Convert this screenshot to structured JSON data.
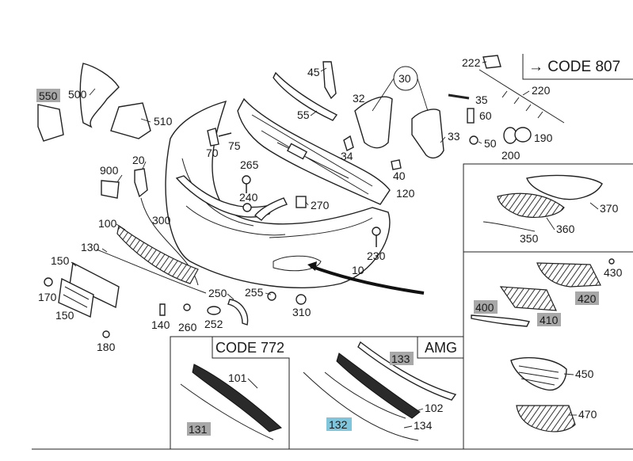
{
  "panels": {
    "code807": "→ CODE 807",
    "code772": "CODE 772",
    "amg": "AMG"
  },
  "labels": {
    "p550": "550",
    "p500": "500",
    "p510": "510",
    "p45": "45",
    "p55": "55",
    "p30": "30",
    "p32": "32",
    "p222": "222",
    "p220": "220",
    "p35": "35",
    "p60": "60",
    "p70": "70",
    "p75": "75",
    "p34": "34",
    "p33": "33",
    "p50": "50",
    "p190": "190",
    "p200": "200",
    "p40": "40",
    "p120": "120",
    "p20": "20",
    "p900": "900",
    "p265": "265",
    "p240": "240",
    "p270": "270",
    "p100": "100",
    "p300": "300",
    "p130": "130",
    "p150a": "150",
    "p170": "170",
    "p150b": "150",
    "p180": "180",
    "p140": "140",
    "p260": "260",
    "p252": "252",
    "p250": "250",
    "p255": "255",
    "p310": "310",
    "p230": "230",
    "p10": "10",
    "p370": "370",
    "p360": "360",
    "p350": "350",
    "p430": "430",
    "p400": "400",
    "p420": "420",
    "p410": "410",
    "p101": "101",
    "p131": "131",
    "p133": "133",
    "p102": "102",
    "p132": "132",
    "p134": "134",
    "p450": "450",
    "p470": "470"
  },
  "highlights": {
    "gray": "#a8a8a8",
    "blue": "#7fc6dd"
  }
}
